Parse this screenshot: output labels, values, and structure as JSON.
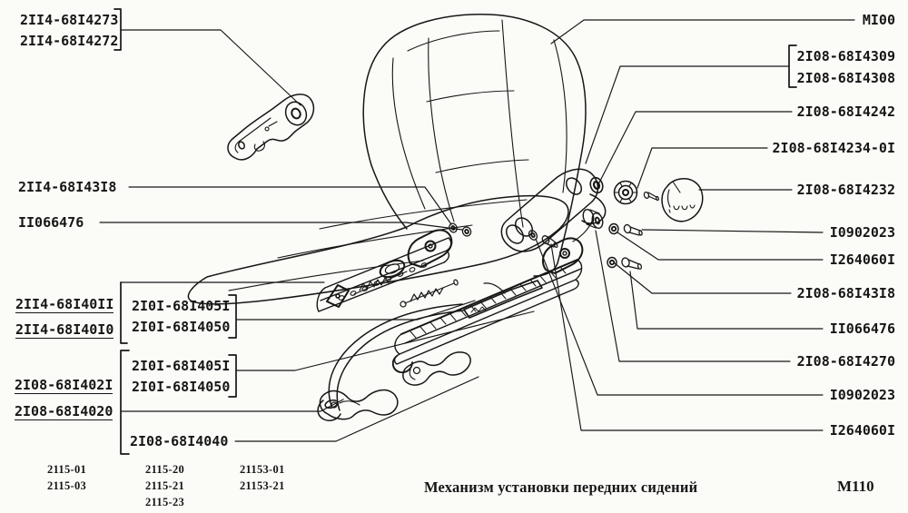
{
  "page": {
    "background": "#fbfbf8",
    "ink": "#161616"
  },
  "footer": {
    "caption": "Механизм установки передних сидений",
    "sheet_code": "M110",
    "model_columns": [
      [
        "2115-01",
        "2115-03"
      ],
      [
        "2115-20",
        "2115-21",
        "2115-23"
      ],
      [
        "21153-01",
        "21153-21"
      ]
    ]
  },
  "labels": {
    "left": [
      {
        "text": "2II4-68I4273"
      },
      {
        "text": "2II4-68I4272"
      },
      {
        "text": "2II4-68I43I8"
      },
      {
        "text": "II066476"
      },
      {
        "text": "2II4-68I40II"
      },
      {
        "text": "2II4-68I40I0"
      },
      {
        "text": "2I0I-68I405I"
      },
      {
        "text": "2I0I-68I4050"
      },
      {
        "text": "2I0I-68I405I"
      },
      {
        "text": "2I0I-68I4050"
      },
      {
        "text": "2I08-68I402I"
      },
      {
        "text": "2I08-68I4020"
      },
      {
        "text": "2I08-68I4040"
      }
    ],
    "right": [
      {
        "text": "MI00"
      },
      {
        "text": "2I08-68I4309"
      },
      {
        "text": "2I08-68I4308"
      },
      {
        "text": "2I08-68I4242"
      },
      {
        "text": "2I08-68I4234-0I"
      },
      {
        "text": "2I08-68I4232"
      },
      {
        "text": "I0902023"
      },
      {
        "text": "I264060I"
      },
      {
        "text": "2I08-68I43I8"
      },
      {
        "text": "II066476"
      },
      {
        "text": "2I08-68I4270"
      },
      {
        "text": "I0902023"
      },
      {
        "text": "I264060I"
      }
    ]
  }
}
